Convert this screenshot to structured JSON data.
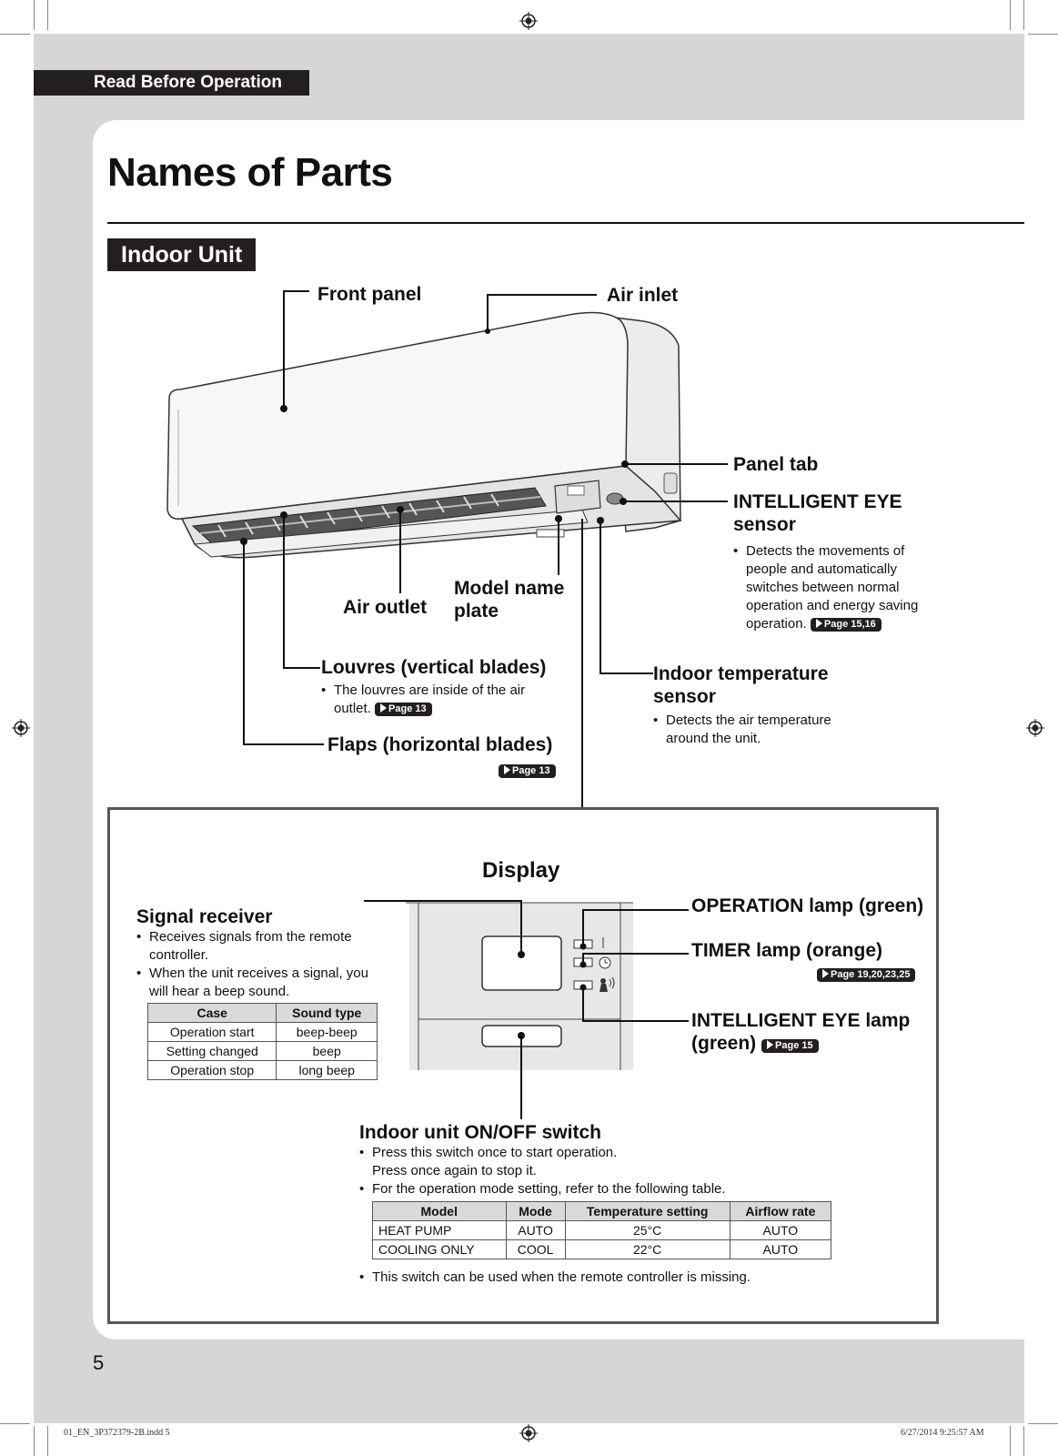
{
  "header": {
    "section_tab": "Read Before Operation"
  },
  "page_title": "Names of Parts",
  "subsection": "Indoor Unit",
  "parts": {
    "front_panel": "Front panel",
    "air_inlet": "Air inlet",
    "panel_tab": "Panel tab",
    "eye_sensor": {
      "title1": "INTELLIGENT EYE",
      "title2": "sensor",
      "desc": [
        "Detects the movements of",
        "people and automatically",
        "switches between normal",
        "operation and energy saving",
        "operation."
      ],
      "page": "Page 15,16"
    },
    "model_plate": {
      "line1": "Model name",
      "line2": "plate"
    },
    "air_outlet": "Air outlet",
    "louvres": {
      "title": "Louvres (vertical blades)",
      "desc1": "The louvres are inside of the air",
      "desc2": "outlet.",
      "page": "Page 13"
    },
    "flaps": {
      "title": "Flaps (horizontal blades)",
      "page": "Page 13"
    },
    "temp_sensor": {
      "title1": "Indoor temperature",
      "title2": "sensor",
      "desc1": "Detects the air temperature",
      "desc2": "around the unit."
    }
  },
  "display": {
    "title": "Display",
    "signal_receiver": {
      "title": "Signal receiver",
      "bullets": [
        [
          "Receives signals from the remote",
          "controller."
        ],
        [
          "When the unit receives a signal, you",
          "will hear a beep sound."
        ]
      ]
    },
    "sound_table": {
      "headers": [
        "Case",
        "Sound type"
      ],
      "rows": [
        [
          "Operation start",
          "beep-beep"
        ],
        [
          "Setting changed",
          "beep"
        ],
        [
          "Operation stop",
          "long beep"
        ]
      ]
    },
    "operation_lamp": "OPERATION lamp (green)",
    "timer_lamp": "TIMER lamp (orange)",
    "timer_page": "Page 19,20,23,25",
    "eye_lamp": {
      "line1": "INTELLIGENT EYE lamp",
      "line2": "(green)",
      "page": "Page 15"
    },
    "switch": {
      "title": "Indoor unit ON/OFF switch",
      "b1a": "Press this switch once to start operation.",
      "b1b": "Press once again to stop it.",
      "b2": "For the operation mode setting, refer to the following table.",
      "b3": "This switch can be used when the remote controller is missing."
    },
    "mode_table": {
      "headers": [
        "Model",
        "Mode",
        "Temperature setting",
        "Airflow rate"
      ],
      "rows": [
        [
          "HEAT PUMP",
          "AUTO",
          "25°C",
          "AUTO"
        ],
        [
          "COOLING ONLY",
          "COOL",
          "22°C",
          "AUTO"
        ]
      ]
    }
  },
  "page_number": "5",
  "footer": {
    "left": "01_EN_3P372379-2B.indd   5",
    "right": "6/27/2014   9:25:57 AM"
  }
}
